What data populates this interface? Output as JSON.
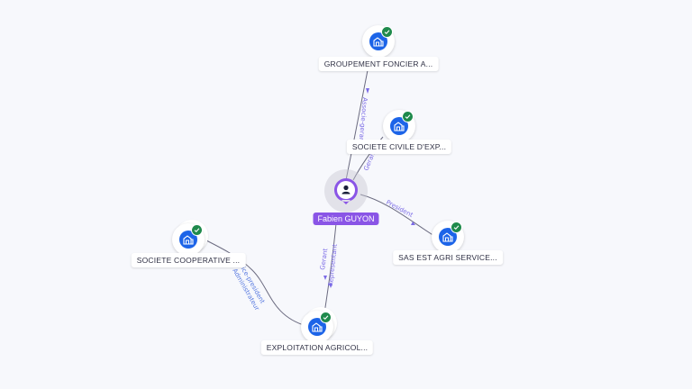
{
  "graph": {
    "center": {
      "name": "Fabien GUYON",
      "type": "person",
      "icon": "person-icon",
      "color": "#8a55e6"
    },
    "companies": [
      {
        "id": "groupement",
        "label": "GROUPEMENT FONCIER A...",
        "icon": "company-building-icon",
        "verified": true,
        "stacked": false
      },
      {
        "id": "societe-civile",
        "label": "SOCIETE CIVILE D'EXP...",
        "icon": "company-building-icon",
        "verified": true,
        "stacked": false
      },
      {
        "id": "sas-est",
        "label": "SAS EST AGRI SERVICE...",
        "icon": "company-building-icon",
        "verified": true,
        "stacked": false
      },
      {
        "id": "cooperative",
        "label": "SOCIETE COOPERATIVE ...",
        "icon": "company-building-icon",
        "verified": true,
        "stacked": true
      },
      {
        "id": "exploitation",
        "label": "EXPLOITATION AGRICOL...",
        "icon": "company-building-icon",
        "verified": true,
        "stacked": true
      }
    ],
    "edges": [
      {
        "from": "center",
        "to": "groupement",
        "label": "Associe-gerant"
      },
      {
        "from": "center",
        "to": "societe-civile",
        "label": "Gerant"
      },
      {
        "from": "center",
        "to": "sas-est",
        "label": "President"
      },
      {
        "from": "center",
        "to": "exploitation",
        "label": "Gerant",
        "label2": "Representant"
      },
      {
        "from": "exploitation",
        "to": "cooperative",
        "label": "Vice-president",
        "label2": "Administrateur"
      }
    ],
    "colors": {
      "company": "#1c64e8",
      "verified": "#1f8a4c",
      "edge_label": "#7b6be6",
      "edge_label_alt": "#5a7be0",
      "background": "#f7f8fc"
    }
  }
}
